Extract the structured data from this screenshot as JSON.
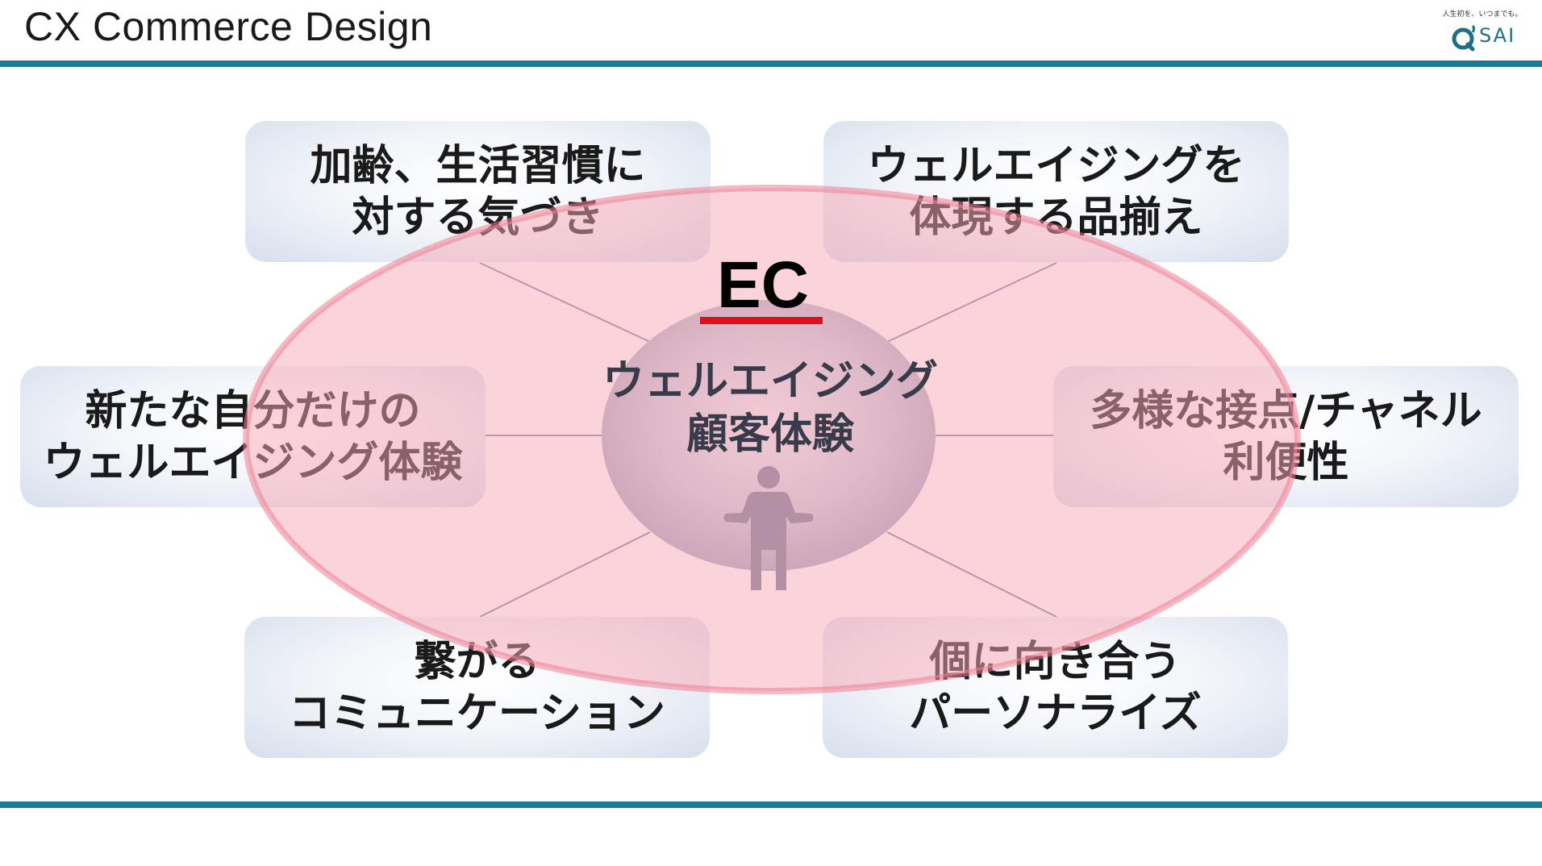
{
  "header": {
    "title": "CX Commerce Design"
  },
  "logo": {
    "tagline": "人生初を、いつまでも。",
    "brand": "SAI"
  },
  "diagram": {
    "outer_label": "EC",
    "center": {
      "line1": "ウェルエイジング",
      "line2": "顧客体験"
    },
    "boxes": {
      "top_left": {
        "line1": "加齢、生活習慣に",
        "line2": "対する気づき"
      },
      "top_right": {
        "line1": "ウェルエイジングを",
        "line2": "体現する品揃え"
      },
      "mid_left": {
        "line1": "新たな自分だけの",
        "line2": "ウェルエイジング体験"
      },
      "mid_right": {
        "line1": "多様な接点/チャネル",
        "line2": "利便性"
      },
      "bottom_left": {
        "line1": "繋がる",
        "line2": "コミュニケーション"
      },
      "bottom_right": {
        "line1": "個に向き合う",
        "line2": "パーソナライズ"
      }
    }
  },
  "colors": {
    "accent_rule": "#1c7a92",
    "ellipse_fill": "#f7a8b5",
    "ellipse_stroke": "#ee7f93",
    "ec_underline": "#e0101a",
    "connector": "#7d86a6",
    "person": "#707892"
  },
  "icons": {
    "center_figure": "person-icon",
    "logo_mark": "qsai-logo-icon"
  }
}
